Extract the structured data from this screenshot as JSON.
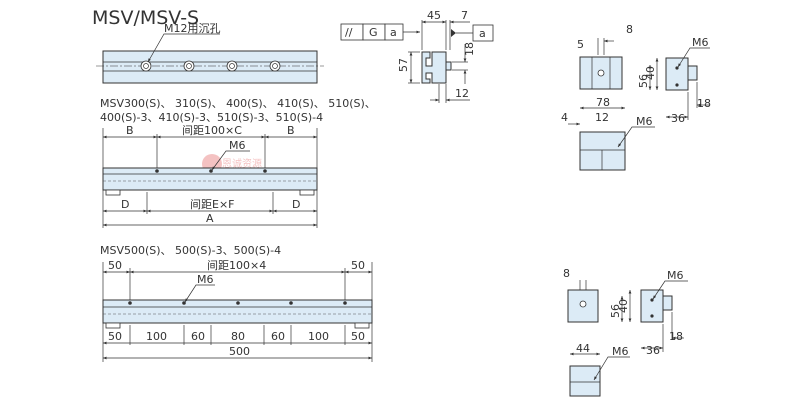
{
  "title": "MSV/MSV-S",
  "top_view": {
    "hole_label": "M12用沉孔"
  },
  "profile": {
    "flatness_symbol": "//",
    "flatness_value": "G",
    "datum": "a",
    "datum_ref": "a",
    "dim_width": "45",
    "dim_offset": "7",
    "dim_height": "57",
    "dim_slot": "18",
    "dim_slot_depth": "12"
  },
  "series1": {
    "line1": "MSV300(S)、  310(S)、 400(S)、 410(S)、 510(S)、",
    "line2": "400(S)-3、410(S)-3、510(S)-3、510(S)-4",
    "dim_b": "B",
    "dim_pitch": "间距100×C",
    "tap_label": "M6",
    "dim_d": "D",
    "dim_pitch2": "间距E×F",
    "dim_a": "A"
  },
  "series2": {
    "line1": "MSV500(S)、 500(S)-3、500(S)-4",
    "top_dims": [
      "50",
      "间距100×4",
      "50"
    ],
    "tap_label": "M6",
    "bottom_dims": [
      "50",
      "100",
      "60",
      "80",
      "60",
      "100",
      "50"
    ],
    "total": "500"
  },
  "end_view_a": {
    "dim_8": "8",
    "dim_5": "5",
    "tap": "M6",
    "dim_40": "40",
    "dim_56": "56",
    "dim_18": "18",
    "dim_36": "36",
    "dim_78": "78",
    "dim_4": "4",
    "dim_12": "12",
    "tap2": "M6"
  },
  "end_view_b": {
    "dim_8": "8",
    "tap": "M6",
    "dim_40": "40",
    "dim_56": "56",
    "dim_18": "18",
    "dim_36": "36",
    "dim_44": "44",
    "tap2": "M6"
  },
  "watermark": "恩诚资源"
}
